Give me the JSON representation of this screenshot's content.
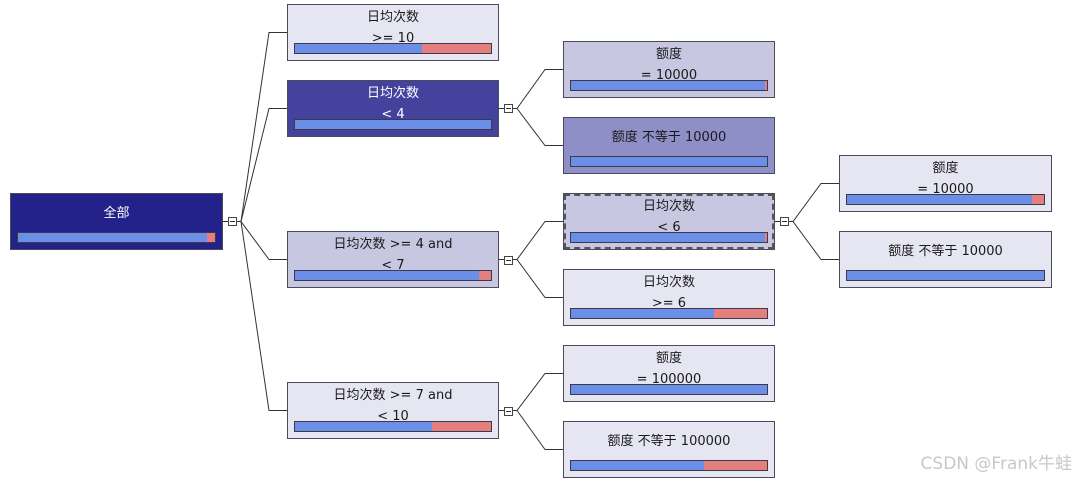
{
  "colors": {
    "root": "#22228a",
    "selected_dark": "#43439e",
    "mid": "#c7c7e2",
    "light": "#e6e6f3",
    "medium": "#8f8fc7",
    "bar_blue": "#6b8fe6",
    "bar_red": "#e57e7e"
  },
  "nodes": {
    "root": {
      "label": "全部",
      "blue_fraction": 0.96
    },
    "n_ge10": {
      "label": "日均次数\n>= 10",
      "blue_fraction": 0.65
    },
    "n_lt4": {
      "label": "日均次数\n< 4",
      "blue_fraction": 1.0
    },
    "n_4to7": {
      "label": "日均次数 >= 4 and\n< 7",
      "blue_fraction": 0.94
    },
    "n_7to10": {
      "label": "日均次数 >= 7 and\n< 10",
      "blue_fraction": 0.7
    },
    "n_lt4_eq": {
      "label": "额度\n= 10000",
      "blue_fraction": 0.99
    },
    "n_lt4_ne": {
      "label": "额度 不等于 10000",
      "blue_fraction": 1.0
    },
    "n_4to7_lt6": {
      "label": "日均次数\n< 6",
      "blue_fraction": 0.99
    },
    "n_4to7_ge6": {
      "label": "日均次数\n>= 6",
      "blue_fraction": 0.73
    },
    "n_7to10_eq": {
      "label": "额度\n= 100000",
      "blue_fraction": 1.0
    },
    "n_7to10_ne": {
      "label": "额度 不等于 100000",
      "blue_fraction": 0.68
    },
    "n_lt6_eq": {
      "label": "额度\n= 10000",
      "blue_fraction": 0.94
    },
    "n_lt6_ne": {
      "label": "额度 不等于 10000",
      "blue_fraction": 1.0
    }
  },
  "watermark": "CSDN @Frank牛蛙"
}
